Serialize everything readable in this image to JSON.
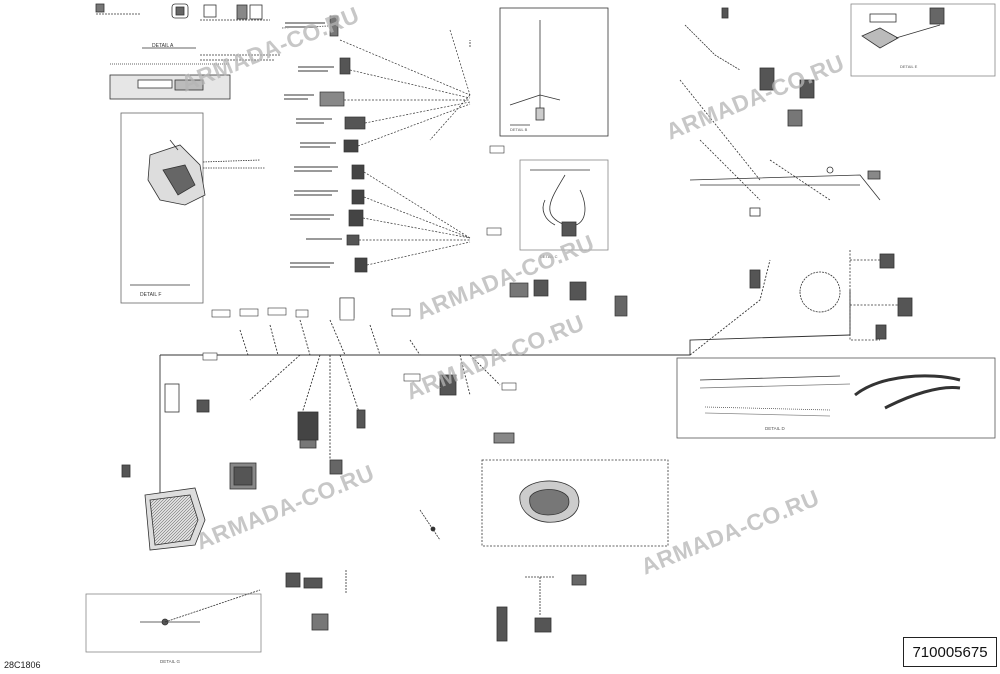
{
  "drawing": {
    "part_number": "710005675",
    "figure_code": "28C1806",
    "watermark": "ARMADA-CO.RU"
  },
  "details": [
    {
      "id": "detail-a",
      "label": "DETAIL A"
    },
    {
      "id": "detail-b",
      "label": "DETAIL B"
    },
    {
      "id": "detail-c",
      "label": "DETAIL C"
    },
    {
      "id": "detail-d",
      "label": "DETAIL D"
    },
    {
      "id": "detail-e",
      "label": "DETAIL E"
    },
    {
      "id": "detail-f",
      "label": "DETAIL F"
    },
    {
      "id": "detail-g",
      "label": "DETAIL G"
    }
  ],
  "colors": {
    "line": "#333333",
    "dashed": "#555555",
    "fill_dark": "#444444",
    "watermark": "#b5b5b5"
  }
}
